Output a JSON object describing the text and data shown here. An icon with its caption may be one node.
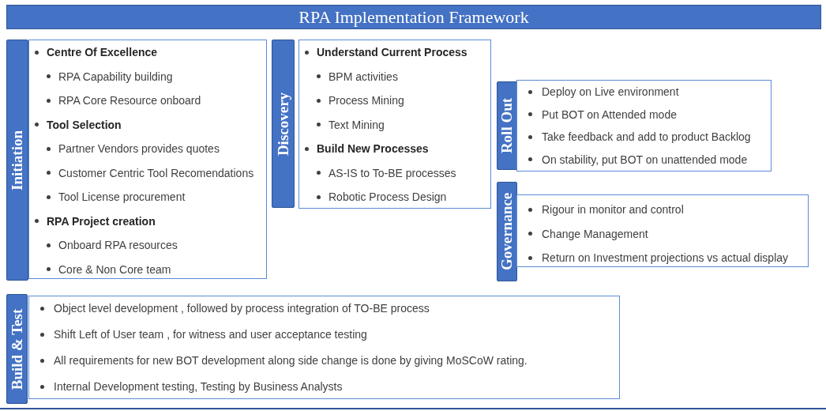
{
  "diagram": {
    "title": "RPA Implementation Framework",
    "nodes": [
      {
        "text": [
          "Initiation"
        ]
      },
      {
        "text": [
          "Centre Of Excellence",
          "RPA Capability building",
          "RPA Core Resource onboard",
          "Tool Selection",
          "Partner Vendors provides quotes",
          "Customer Centric Tool Recomendations",
          "Tool License procurement",
          "RPA Project creation",
          "Onboard RPA resources",
          "Core & Non Core team"
        ]
      },
      {
        "text": [
          "Discovery"
        ]
      },
      {
        "text": [
          "Understand Current Process",
          "BPM activities",
          "Process Mining",
          "Text Mining",
          "Build New Processes",
          "AS-IS to To-BE processes",
          "Robotic Process Design"
        ]
      },
      {
        "text": [
          "Roll Out"
        ]
      },
      {
        "text": [
          "Deploy on Live environment",
          "Put BOT on Attended mode",
          "Take feedback and add to product Backlog",
          "On stability, put BOT on unattended mode"
        ]
      },
      {
        "text": [
          "Governance"
        ]
      },
      {
        "text": [
          "Rigour in monitor and control",
          "Change Management",
          "Return on Investment projections vs actual display"
        ]
      },
      {
        "text": [
          "Build & Test"
        ]
      },
      {
        "text": [
          "Object level development , followed by process integration of TO-BE process",
          "Shift Left of User team , for witness and user acceptance testing",
          "All requirements for new BOT development along side change is done by giving MoSCoW rating.",
          "Internal Development testing, Testing by Business Analysts"
        ]
      }
    ]
  }
}
